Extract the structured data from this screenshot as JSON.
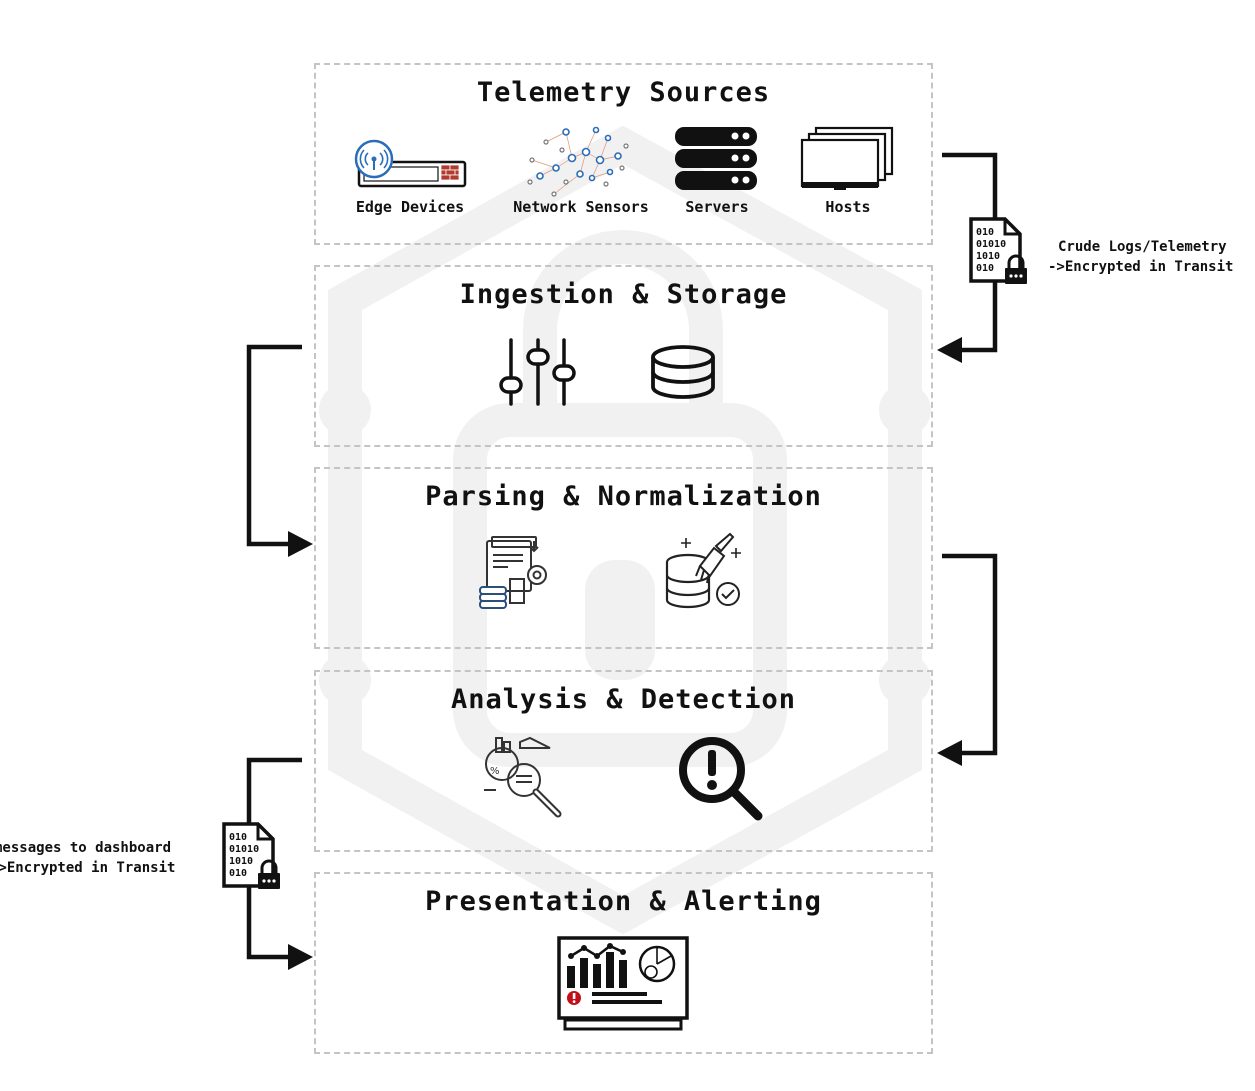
{
  "layers": [
    {
      "title": "Telemetry Sources"
    },
    {
      "title": "Ingestion & Storage"
    },
    {
      "title": "Parsing & Normalization"
    },
    {
      "title": "Analysis & Detection"
    },
    {
      "title": "Presentation & Alerting"
    }
  ],
  "sources": {
    "edge": "Edge Devices",
    "network": "Network Sensors",
    "servers": "Servers",
    "hosts": "Hosts"
  },
  "notes": {
    "right": {
      "line1": "Crude Logs/Telemetry",
      "line2": "->Encrypted in Transit"
    },
    "left": {
      "line1": "messages to dashboard",
      "line2": "->Encrypted in Transit"
    }
  },
  "icons": {
    "binary_file": [
      "010",
      "01010",
      "1010",
      "010"
    ]
  },
  "colors": {
    "border": "#c4c4c4",
    "ink": "#111111",
    "accent_blue": "#2a6db8",
    "alert_red": "#c0101a",
    "firewall": "#b23a2e",
    "watermark": "#f1f1f1"
  }
}
